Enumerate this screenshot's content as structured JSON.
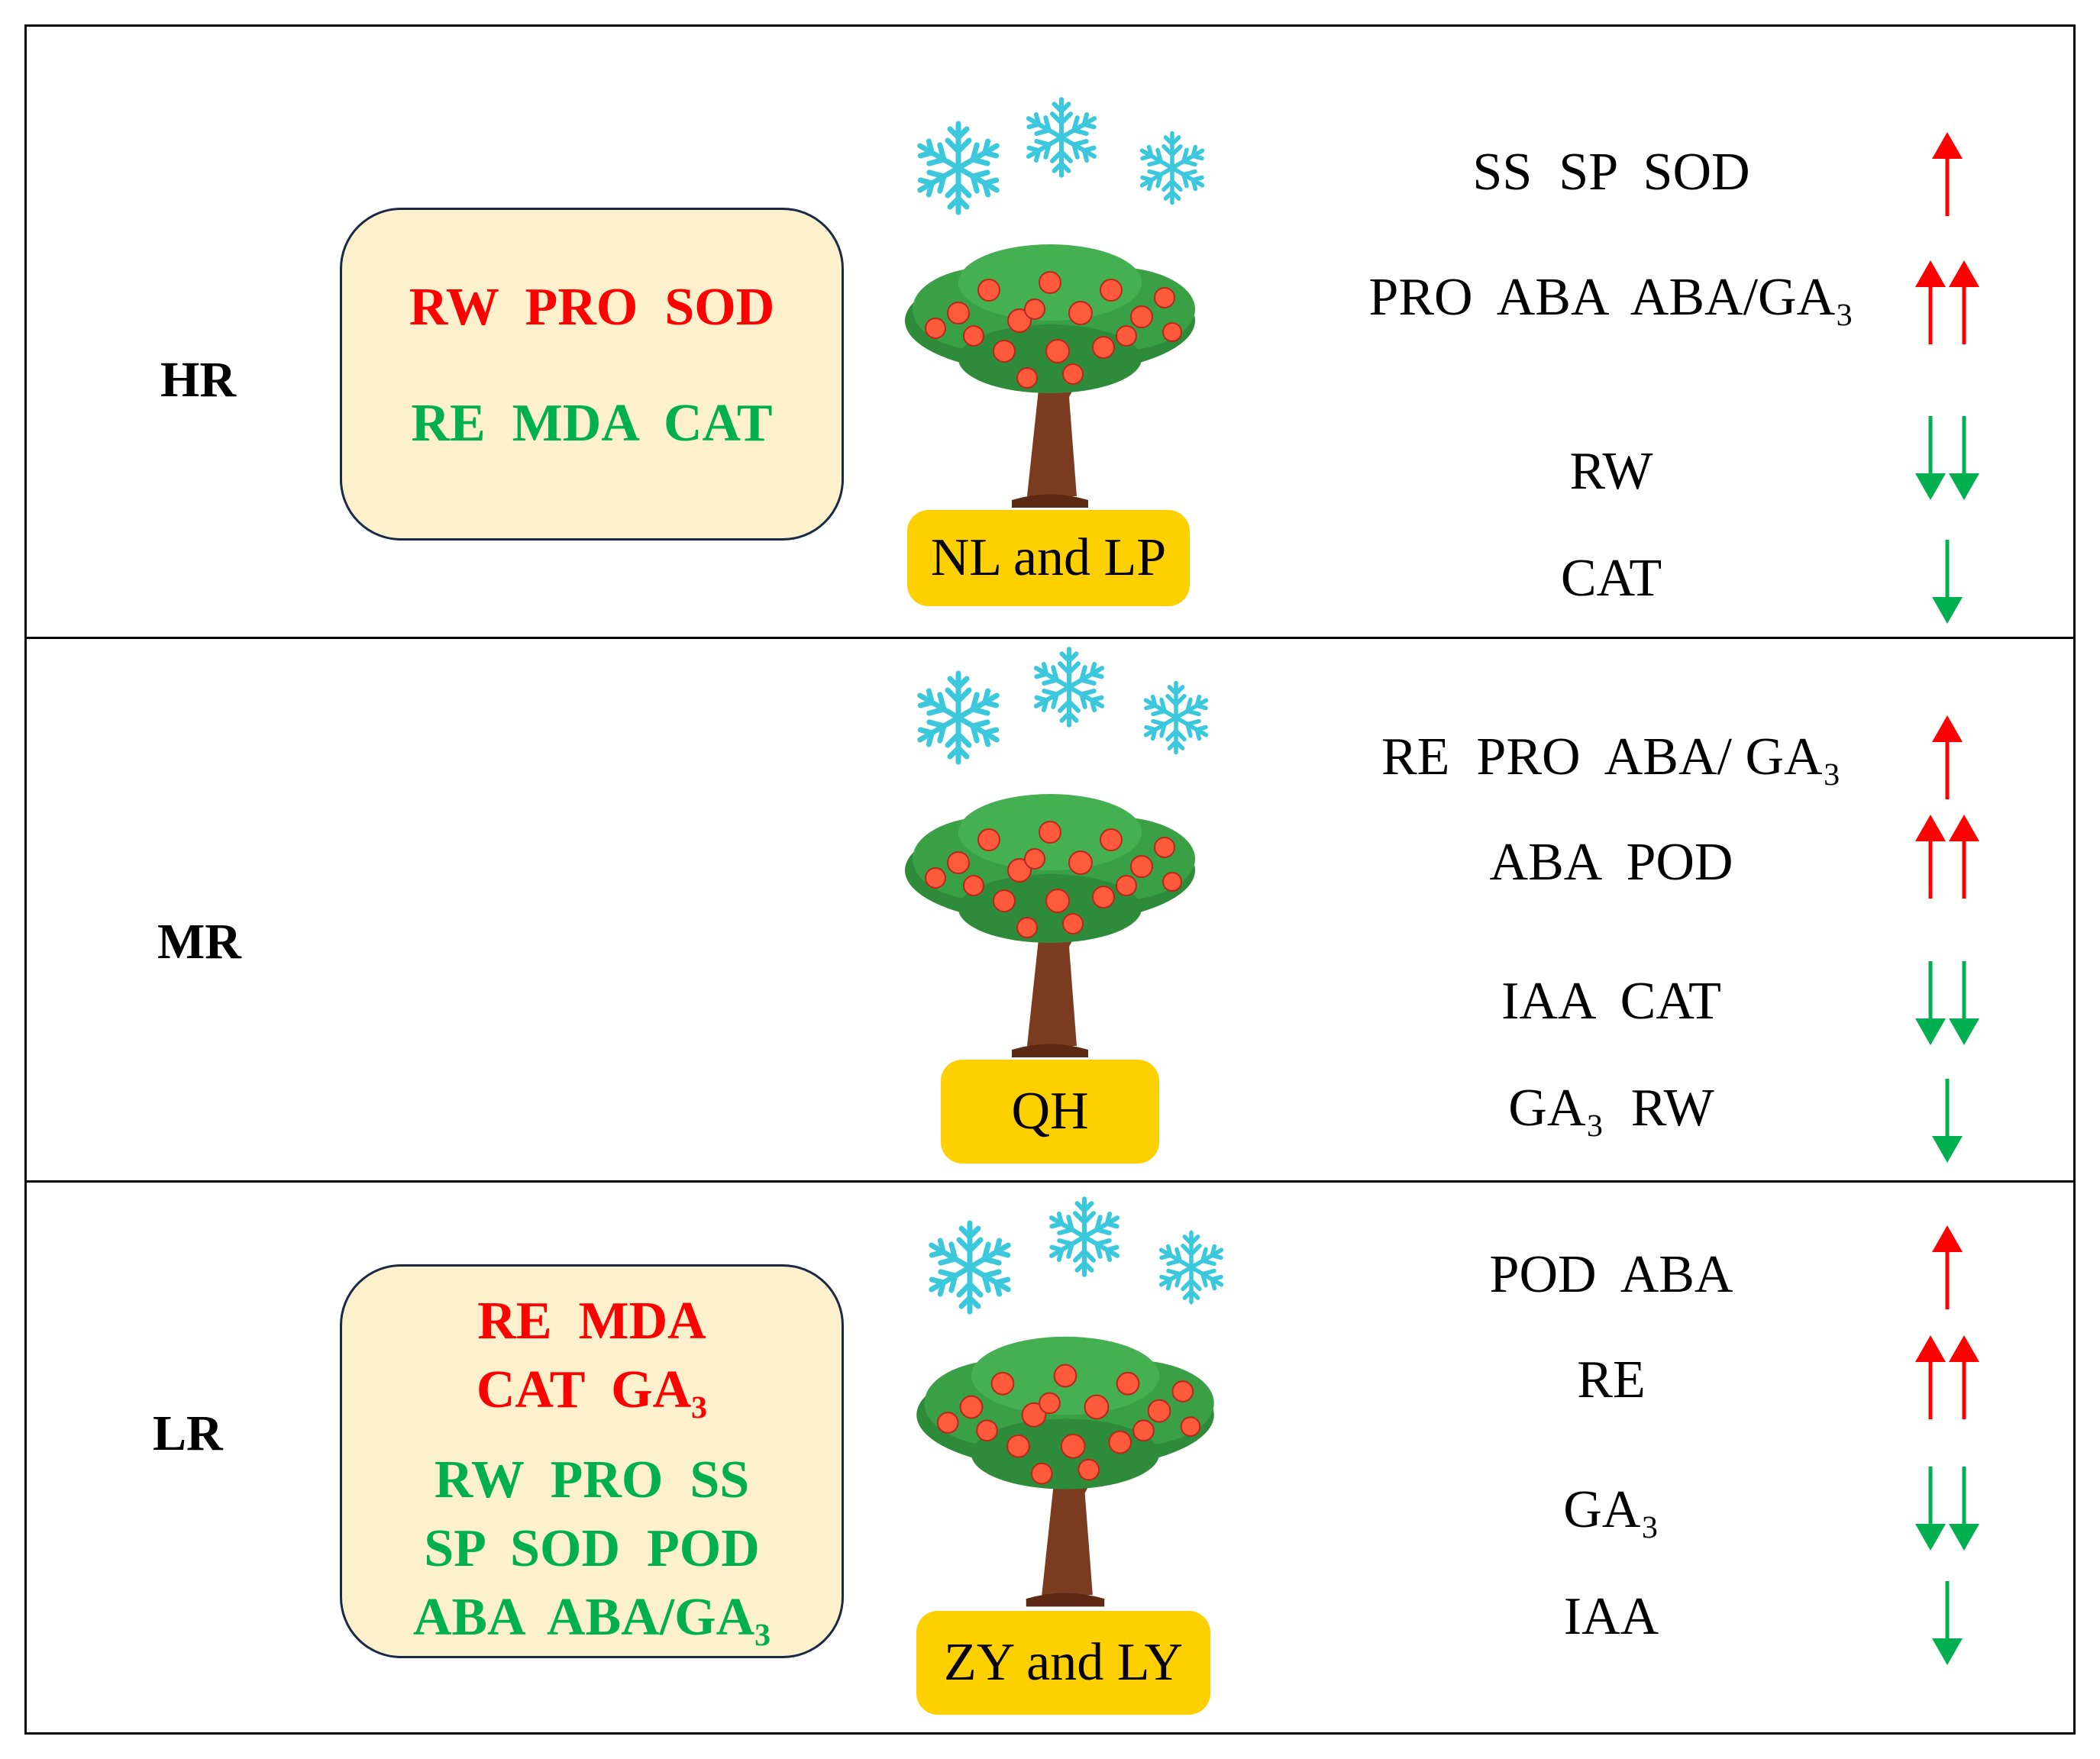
{
  "rows": [
    {
      "label": "HR",
      "panel": {
        "red_lines": [
          "RW  PRO  SOD"
        ],
        "green_lines": [
          "RE  MDA  CAT"
        ]
      },
      "cultivar": "NL and LP",
      "factors": [
        {
          "text": "SS  SP  SOD",
          "arrow": "up",
          "count": 1
        },
        {
          "text": "PRO  ABA  ABA/GA₃",
          "arrow": "up",
          "count": 2
        },
        {
          "text": "RW",
          "arrow": "down",
          "count": 2
        },
        {
          "text": "CAT",
          "arrow": "down",
          "count": 1
        }
      ]
    },
    {
      "label": "MR",
      "cultivar": "QH",
      "factors": [
        {
          "text": "RE  PRO  ABA/ GA₃",
          "arrow": "up",
          "count": 1
        },
        {
          "text": "ABA  POD",
          "arrow": "up",
          "count": 2
        },
        {
          "text": "IAA  CAT",
          "arrow": "down",
          "count": 2
        },
        {
          "text": "GA₃  RW",
          "arrow": "down",
          "count": 1
        }
      ]
    },
    {
      "label": "LR",
      "panel": {
        "red_lines": [
          "RE  MDA",
          "CAT  GA₃"
        ],
        "green_lines": [
          "RW  PRO  SS",
          "SP  SOD  POD",
          "ABA  ABA/GA₃"
        ]
      },
      "cultivar": "ZY and LY",
      "factors": [
        {
          "text": "POD  ABA",
          "arrow": "up",
          "count": 1
        },
        {
          "text": "RE",
          "arrow": "up",
          "count": 2
        },
        {
          "text": "GA₃",
          "arrow": "down",
          "count": 2
        },
        {
          "text": "IAA",
          "arrow": "down",
          "count": 1
        }
      ]
    }
  ],
  "colors": {
    "increase": "#ff0000",
    "decrease": "#00b050",
    "cultivar_box": "#ffd000",
    "panel": "#fdf0cc",
    "snowflake": "#3cc8dc"
  },
  "icons": [
    "snowflake-icon",
    "fruit-tree-icon",
    "up-arrow-icon",
    "down-arrow-icon"
  ]
}
